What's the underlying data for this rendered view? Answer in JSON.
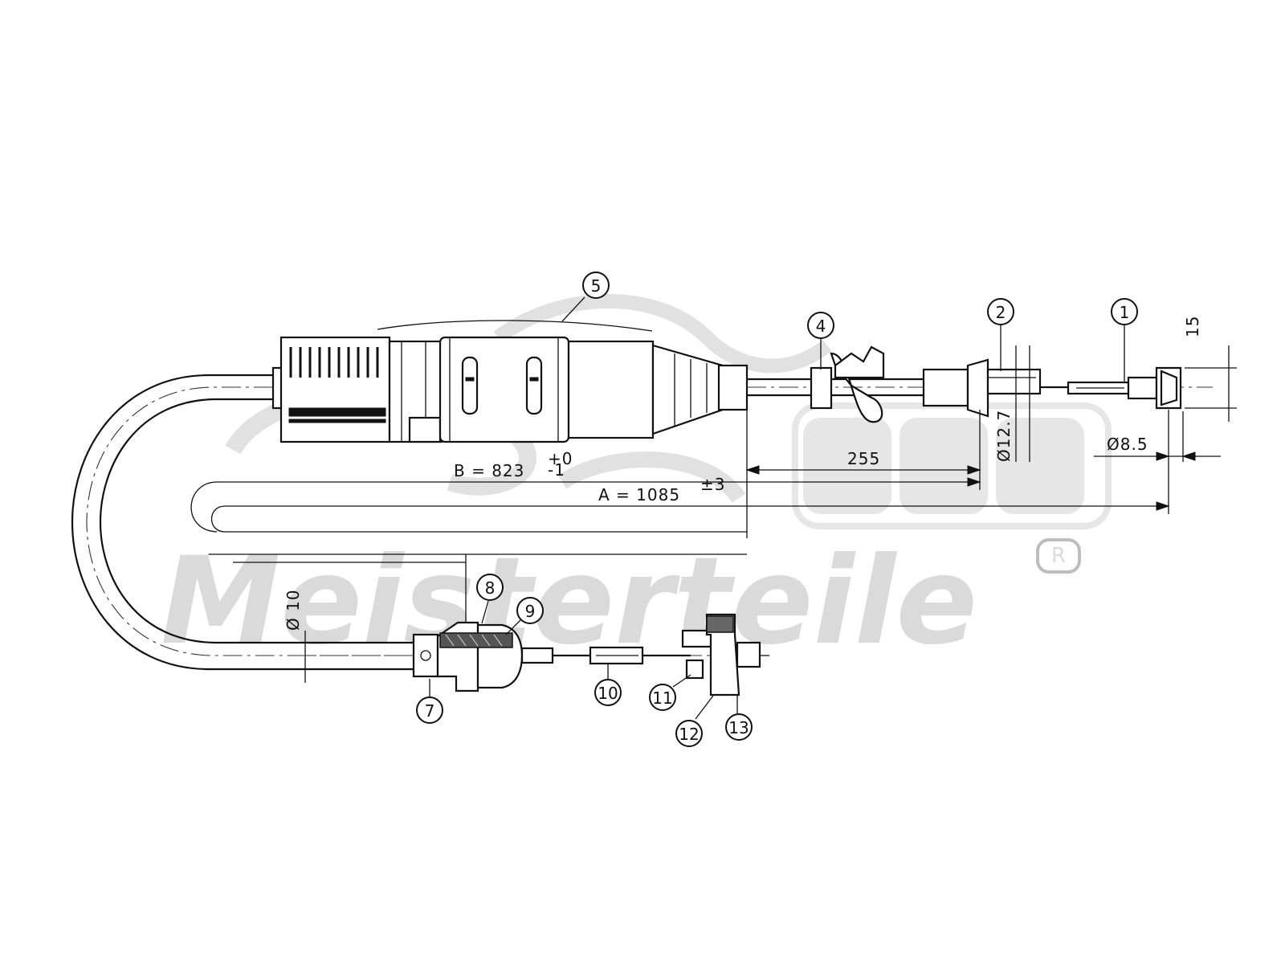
{
  "dimensions": {
    "a_label": "A = 1085",
    "a_tol": "±3",
    "b_label": "B = 823",
    "b_tol_upper": "+0",
    "b_tol_lower": "-1",
    "len_255": "255",
    "dia_12_7": "Ø12.7",
    "dia_8_5": "Ø8.5",
    "dia_10": "Ø 10",
    "len_15": "15"
  },
  "callouts": {
    "c1": "1",
    "c2": "2",
    "c4": "4",
    "c5": "5",
    "c7": "7",
    "c8": "8",
    "c9": "9",
    "c10": "10",
    "c11": "11",
    "c12": "12",
    "c13": "13"
  },
  "watermark": {
    "brand": "Meisterteile",
    "registered": "R"
  }
}
